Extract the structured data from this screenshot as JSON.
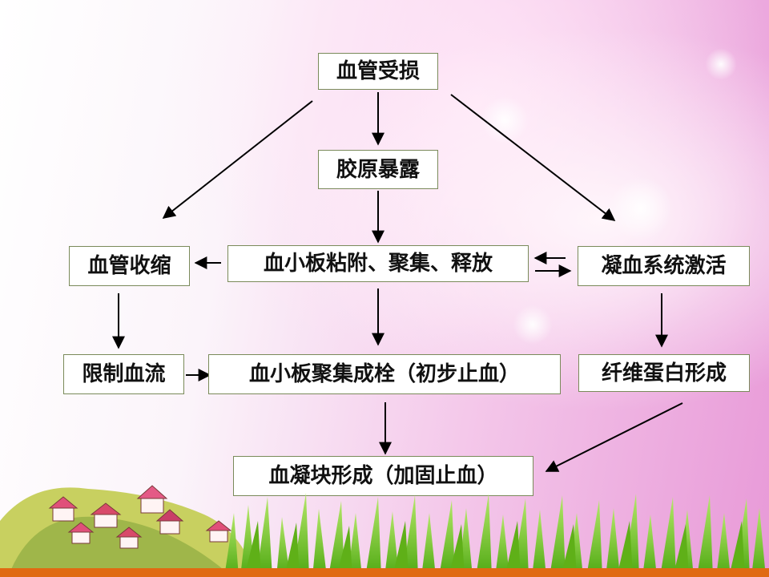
{
  "nodes": {
    "vessel_injury": "血管受损",
    "collagen_exposure": "胶原暴露",
    "vasoconstriction": "血管收缩",
    "platelet_adhesion": "血小板粘附、聚集、释放",
    "coagulation_activation": "凝血系统激活",
    "limit_blood_flow": "限制血流",
    "platelet_plug": "血小板聚集成栓（初步止血）",
    "fibrin_formation": "纤维蛋白形成",
    "clot_formation": "血凝块形成（加固止血）"
  },
  "background": {
    "colors": {
      "pink": "#e89ad8",
      "grass": "#6fc21a",
      "ground": "#e06a12"
    }
  }
}
